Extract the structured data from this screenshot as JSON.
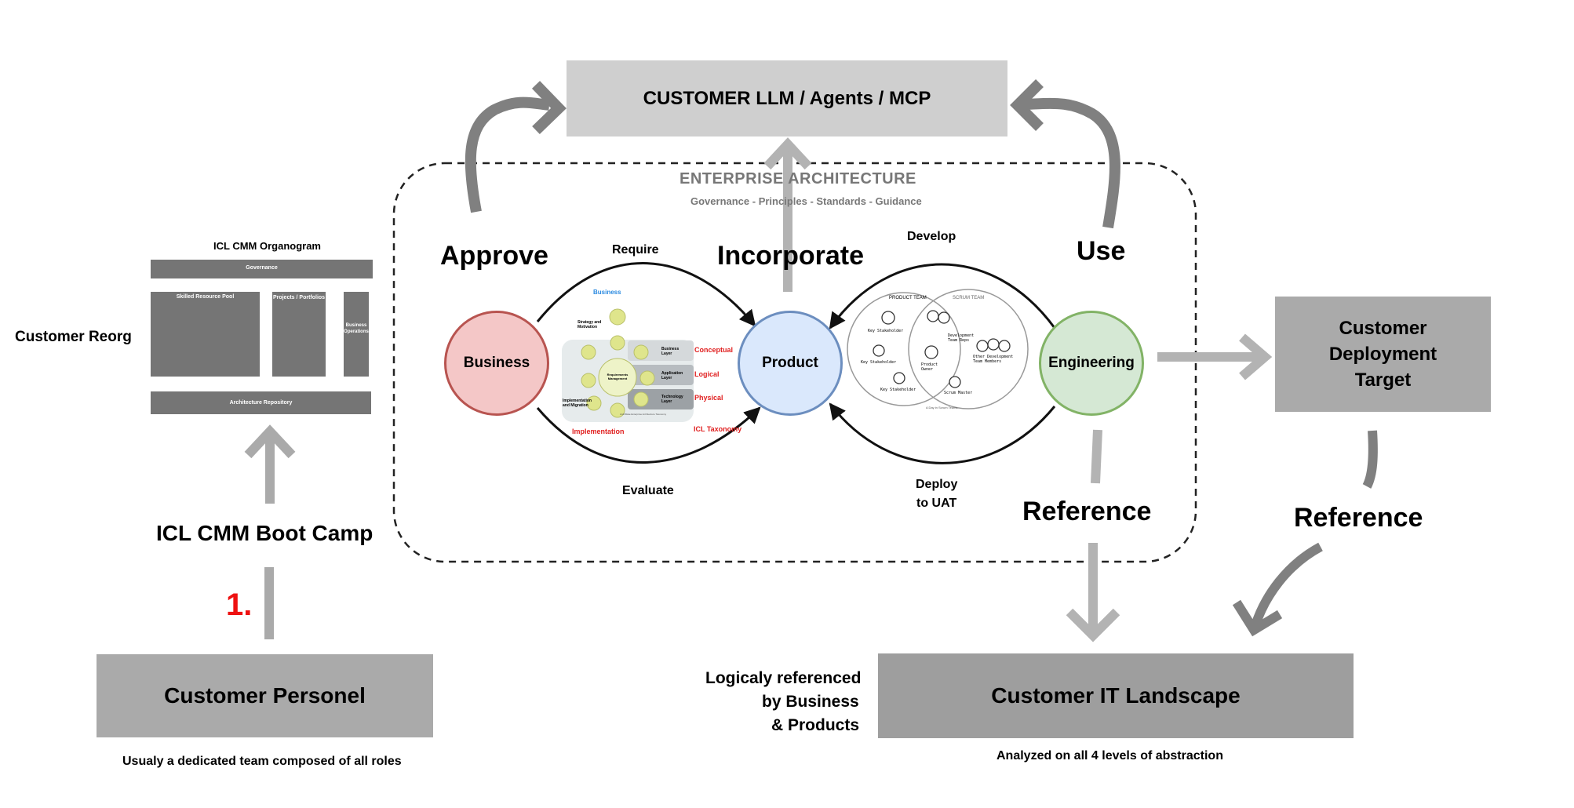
{
  "top_box": {
    "label": "CUSTOMER LLM / Agents / MCP"
  },
  "ea": {
    "title": "ENTERPRISE ARCHITECTURE",
    "subtitle": "Governance - Principles - Standards - Guidance"
  },
  "organogram": {
    "title": "ICL CMM Organogram",
    "governance": "Governance",
    "skilled_pool": "Skilled Resource Pool",
    "projects": "Projects / Portfolios",
    "biz_ops_line1": "Business",
    "biz_ops_line2": "Operations",
    "repository": "Architecture Repository"
  },
  "left": {
    "customer_reorg": "Customer Reorg",
    "boot_camp": "ICL CMM Boot Camp",
    "step_number": "1.",
    "personel": "Customer Personel",
    "personel_note": "Usualy a dedicated team composed of all roles"
  },
  "verbs": {
    "approve": "Approve",
    "incorporate": "Incorporate",
    "use": "Use",
    "require": "Require",
    "evaluate": "Evaluate",
    "develop": "Develop",
    "deploy_line1": "Deploy",
    "deploy_line2": "to UAT",
    "reference_inner": "Reference",
    "reference_outer": "Reference"
  },
  "circles": {
    "business": "Business",
    "product": "Product",
    "engineering": "Engineering"
  },
  "taxonomy": {
    "business": "Business",
    "strategy": "Strategy and Motivation",
    "implementation_migration": "Implementation and Migration",
    "requirements": "Requirements Management",
    "business_layer": "Business Layer",
    "application_layer": "Application Layer",
    "technology_layer": "Technology Layer",
    "conceptual": "Conceptual",
    "logical": "Logical",
    "physical": "Physical",
    "implementation": "Implementation",
    "icl_taxonomy": "ICL Taxonomy",
    "caption": "ArchiMate Enterprise Architecture Taxonomy"
  },
  "teams": {
    "product_team": "PRODUCT TEAM",
    "scrum_team": "SCRUM TEAM",
    "key_stakeholder_1": "Key Stakeholder",
    "key_stakeholder_2": "Key Stakeholder",
    "key_stakeholder_3": "Key Stakeholder",
    "development_team_reps": "Development Team Reps",
    "product_owner": "Product Owner",
    "other_dev_team": "Other Development Team Members",
    "scrum_master": "Scrum Master",
    "footer": "A Day in Scrum Teams"
  },
  "right": {
    "deployment_line1": "Customer",
    "deployment_line2": "Deployment",
    "deployment_line3": "Target",
    "it_landscape": "Customer IT Landscape",
    "it_note": "Analyzed on all 4 levels of abstraction",
    "logical_line1": "Logicaly referenced",
    "logical_line2": "by Business",
    "logical_line3": "& Products"
  },
  "colors": {
    "box_light": "#cfcfcf",
    "box_mid": "#aaaaaa",
    "box_dark": "#9e9e9e",
    "organogram_block": "#757575",
    "arrow_dark": "#808080",
    "arrow_light": "#b3b3b3",
    "business_fill": "#f4c7c7",
    "business_stroke": "#b85450",
    "product_fill": "#dae8fc",
    "product_stroke": "#6c8ebf",
    "engineering_fill": "#d5e8d4",
    "engineering_stroke": "#82b366",
    "step_red": "#ee1111",
    "taxonomy_red": "#e02020",
    "taxonomy_blue": "#2b8ae0",
    "node_yellow": "#dfe58c"
  }
}
